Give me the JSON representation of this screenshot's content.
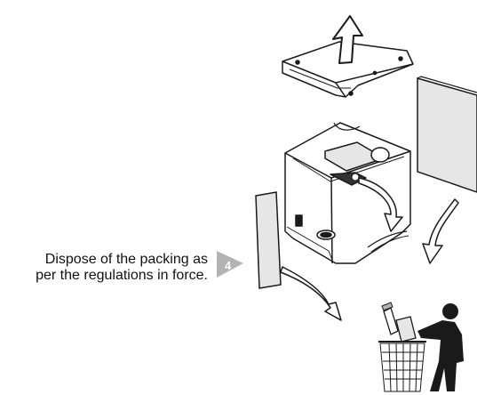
{
  "instruction": {
    "line1": "Dispose of the packing as",
    "line2": "per the regulations in force."
  },
  "step": {
    "number": "4"
  },
  "colors": {
    "line": "#1a1a1a",
    "panel_fill": "#e6e6e6",
    "step_badge": "#b3b3b3",
    "step_text": "#ffffff"
  },
  "icons": [
    "up-arrow-icon",
    "curved-arrow-icon",
    "recycle-bin-icon",
    "person-icon"
  ]
}
